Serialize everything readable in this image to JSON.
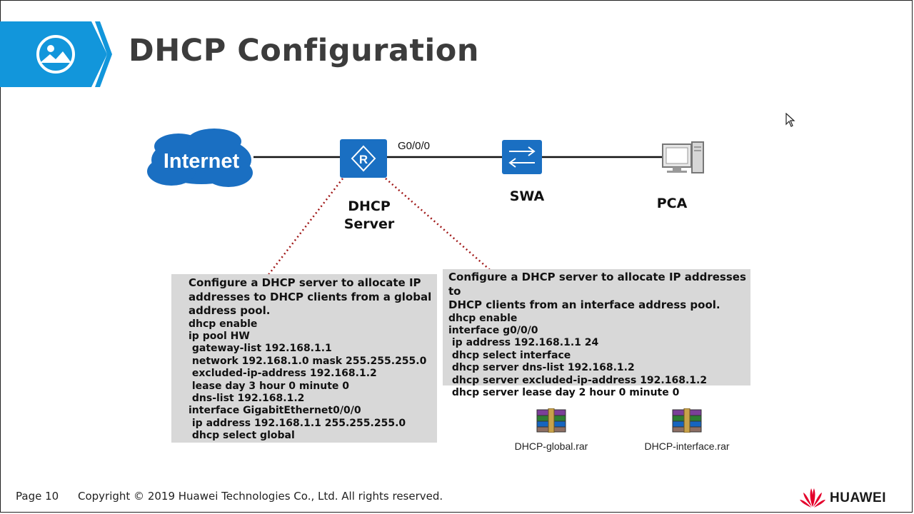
{
  "slide": {
    "title": "DHCP Configuration",
    "title_icon": "image-icon",
    "accent_color": "#1296db"
  },
  "topology": {
    "internet_label": "Internet",
    "router_label_line1": "DHCP",
    "router_label_line2": "Server",
    "switch_label": "SWA",
    "pc_label": "PCA",
    "port_label": "G0/0/0",
    "router_icon": "router-icon",
    "switch_icon": "switch-icon",
    "pc_icon": "pc-icon",
    "cloud_icon": "cloud-icon"
  },
  "global_pool_box": {
    "heading_lines": [
      "Configure a DHCP server to allocate IP",
      "addresses to DHCP clients from a global",
      "address pool."
    ],
    "commands": [
      "dhcp enable",
      "ip pool HW",
      " gateway-list 192.168.1.1",
      " network 192.168.1.0 mask 255.255.255.0",
      " excluded-ip-address 192.168.1.2",
      " lease day 3 hour 0 minute 0",
      " dns-list 192.168.1.2",
      "interface GigabitEthernet0/0/0",
      " ip address 192.168.1.1 255.255.255.0",
      " dhcp select global"
    ]
  },
  "interface_pool_box": {
    "heading_lines": [
      "Configure a DHCP server to allocate IP addresses to",
      "DHCP clients from an interface address pool."
    ],
    "commands": [
      "dhcp enable",
      "interface g0/0/0",
      " ip address 192.168.1.1 24",
      " dhcp select interface",
      " dhcp server dns-list 192.168.1.2",
      " dhcp server excluded-ip-address 192.168.1.2",
      " dhcp server lease day 2 hour 0 minute 0"
    ]
  },
  "attachments": [
    {
      "name": "DHCP-global.rar",
      "icon": "archive-icon"
    },
    {
      "name": "DHCP-interface.rar",
      "icon": "archive-icon"
    }
  ],
  "footer": {
    "page": "Page 10",
    "copyright": "Copyright © 2019 Huawei Technologies Co., Ltd. All rights reserved.",
    "brand": "HUAWEI",
    "brand_color": "#e4002b"
  }
}
